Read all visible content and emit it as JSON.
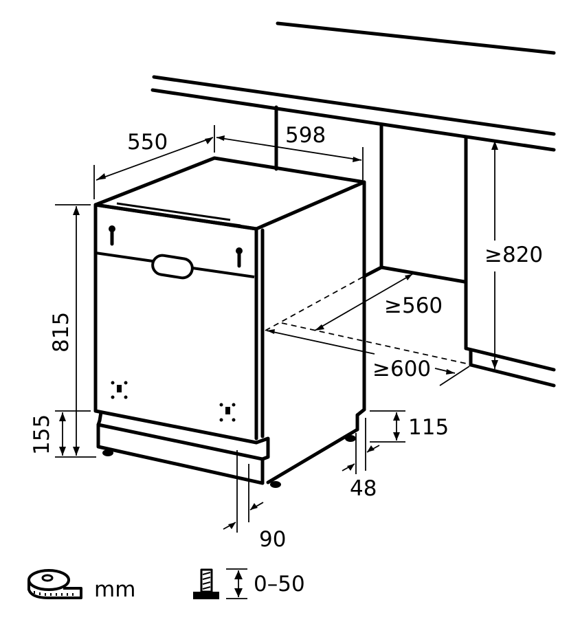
{
  "diagram": {
    "subject": "built-in dishwasher installation dimensions",
    "unit_label": "mm",
    "dimensions": {
      "depth": "550",
      "width": "598",
      "height": "815",
      "plinth_height": "155",
      "niche_height": "≥820",
      "niche_depth": "≥560",
      "niche_width": "≥600",
      "plinth_recess_height": "115",
      "plinth_setback": "48",
      "door_offset": "90"
    },
    "legend": {
      "tape_measure_label": "mm",
      "adjustable_foot_label": "0–50"
    },
    "colors": {
      "line": "#000000",
      "background": "#ffffff"
    }
  }
}
